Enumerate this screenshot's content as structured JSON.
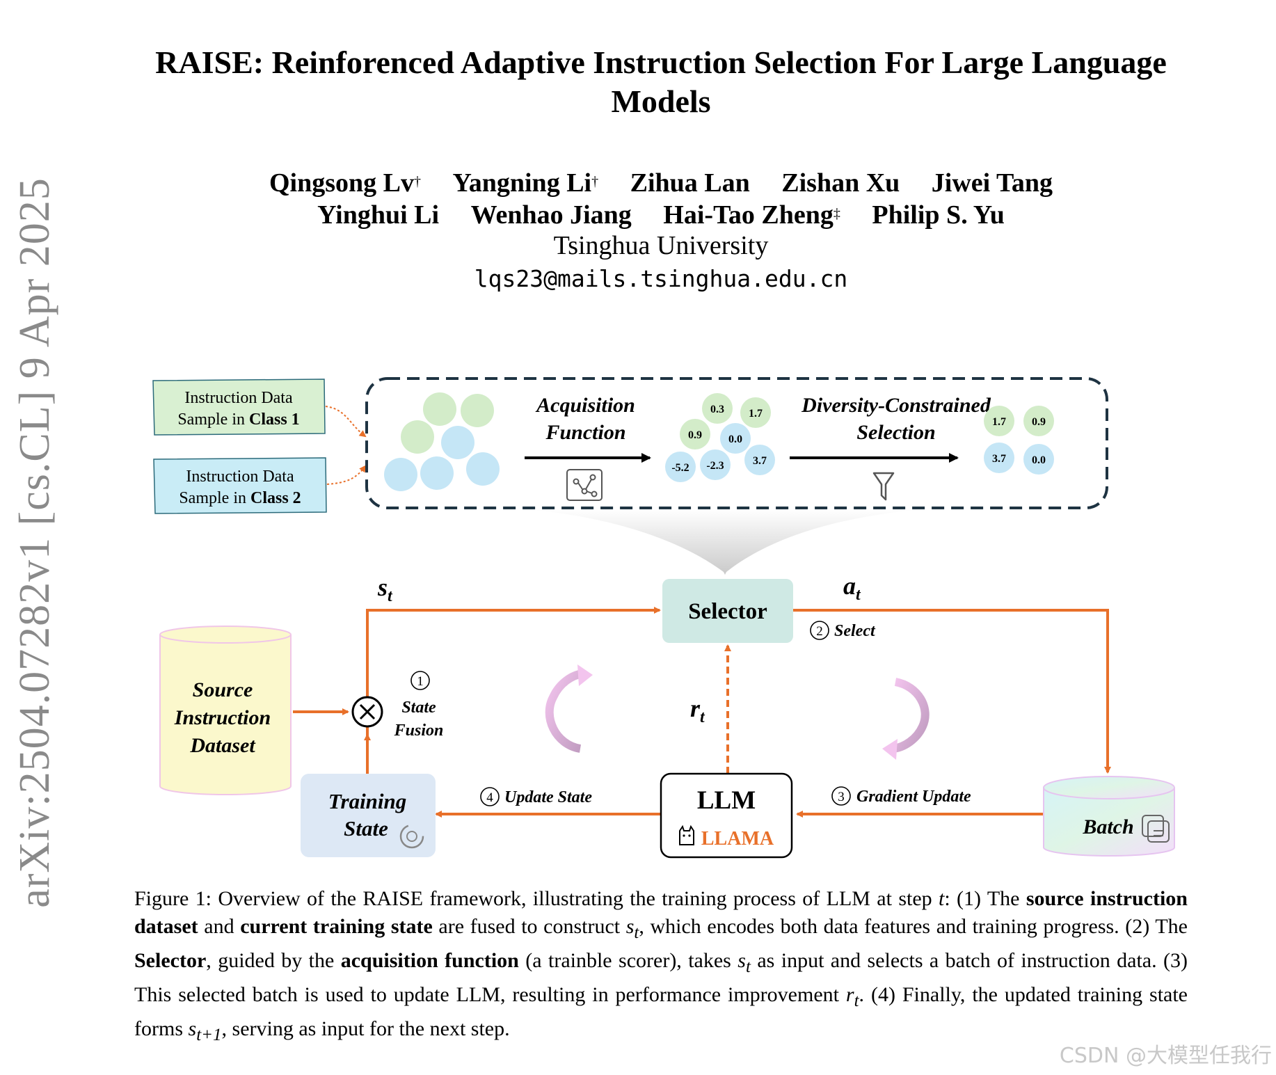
{
  "side_stamp": "arXiv:2504.07282v1  [cs.CL]  9 Apr 2025",
  "title": "RAISE: Reinforenced Adaptive Instruction Selection For Large Language Models",
  "authors_line1": [
    {
      "name": "Qingsong Lv",
      "mark": "†"
    },
    {
      "name": "Yangning Li",
      "mark": "†"
    },
    {
      "name": "Zihua Lan",
      "mark": ""
    },
    {
      "name": "Zishan Xu",
      "mark": ""
    },
    {
      "name": "Jiwei Tang",
      "mark": ""
    }
  ],
  "authors_line2": [
    {
      "name": "Yinghui Li",
      "mark": ""
    },
    {
      "name": "Wenhao Jiang",
      "mark": ""
    },
    {
      "name": "Hai-Tao Zheng",
      "mark": "‡"
    },
    {
      "name": "Philip S. Yu",
      "mark": ""
    }
  ],
  "affiliation": "Tsinghua University",
  "email": "lqs23@mails.tsinghua.edu.cn",
  "figure": {
    "class1_label_l1": "Instruction Data",
    "class1_label_l2a": "Sample in ",
    "class1_label_l2b": "Class 1",
    "class2_label_l1": "Instruction Data",
    "class2_label_l2a": "Sample in ",
    "class2_label_l2b": "Class 2",
    "acq_l1": "Acquisition",
    "acq_l2": "Function",
    "div_l1": "Diversity-Constrained",
    "div_l2": "Selection",
    "scores": [
      "0.3",
      "1.7",
      "0.9",
      "0.0",
      "-5.2",
      "-2.3",
      "3.7"
    ],
    "selected": [
      "1.7",
      "0.9",
      "3.7",
      "0.0"
    ],
    "selector": "Selector",
    "s_t": "s",
    "s_sub": "t",
    "a_t": "a",
    "a_sub": "t",
    "r_t": "r",
    "r_sub": "t",
    "step1_num": "1",
    "step1_l1": "State",
    "step1_l2": "Fusion",
    "step2_num": "2",
    "step2": "Select",
    "step3_num": "3",
    "step3": "Gradient Update",
    "step4_num": "4",
    "step4": "Update State",
    "source_l1": "Source",
    "source_l2": "Instruction",
    "source_l3": "Dataset",
    "training_l1": "Training",
    "training_l2": "State",
    "llm": "LLM",
    "llama": "LLAMA",
    "batch": "Batch",
    "colors": {
      "orange": "#E8702A",
      "green_circle": "#d3ecc9",
      "blue_circle": "#c5e6f6",
      "selector_bg": "#cfe9e4",
      "training_bg": "#dde8f5",
      "source_bg": "#fbf8cc"
    }
  },
  "caption": {
    "fig_label": "Figure 1:",
    "t1": " Overview of the RAISE framework, illustrating the training process of LLM at step ",
    "t_var": "t",
    "t2": ": (1) The ",
    "b1": "source instruction dataset",
    "t3": " and ",
    "b2": "current training state",
    "t4": " are fused to construct ",
    "s_var": "s",
    "s_sub": "t",
    "t5": ", which encodes both data features and training progress. (2) The ",
    "b3": "Selector",
    "t6": ", guided by the ",
    "b4": "acquisition function",
    "t7": " (a trainble scorer), takes ",
    "s_var2": "s",
    "s_sub2": "t",
    "t8": " as input and selects a batch of instruction data. (3) This selected batch is used to update LLM, resulting in performance improvement ",
    "r_var": "r",
    "r_sub": "t",
    "t9": ". (4) Finally, the updated training state forms ",
    "s_var3": "s",
    "s_sub3": "t+1",
    "t10": ", serving as input for the next step."
  },
  "watermark": "CSDN @大模型任我行"
}
